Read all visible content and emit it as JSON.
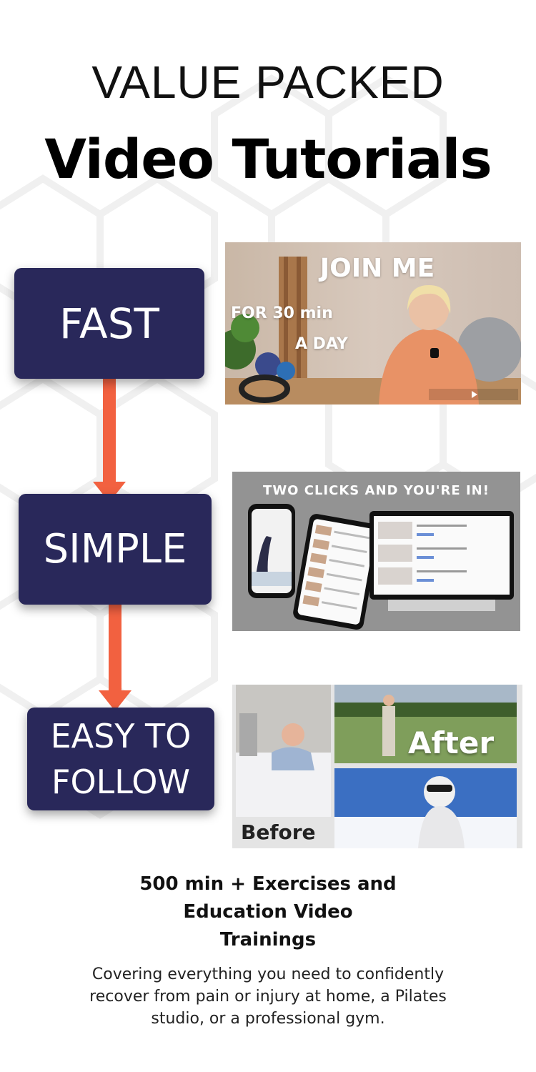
{
  "header": {
    "line1": "VALUE PACKED",
    "line2": "Video Tutorials"
  },
  "steps": [
    {
      "label": "FAST"
    },
    {
      "label": "SIMPLE"
    },
    {
      "label_line1": "EASY TO",
      "label_line2": "FOLLOW"
    }
  ],
  "thumbnails": {
    "video": {
      "line1": "JOIN ME",
      "line2": "FOR 30 min",
      "line3": "A DAY"
    },
    "devices": {
      "caption": "TWO CLICKS AND YOU'RE IN!"
    },
    "before_after": {
      "before": "Before",
      "after": "After"
    }
  },
  "summary": {
    "line1": "500 min + Exercises and",
    "line2": "Education Video",
    "line3": "Trainings",
    "description": "Covering everything you need to confidently recover from pain or injury at home, a Pilates studio, or a professional gym."
  },
  "colors": {
    "box": "#29285a",
    "arrow": "#f26140",
    "text": "#111111"
  }
}
